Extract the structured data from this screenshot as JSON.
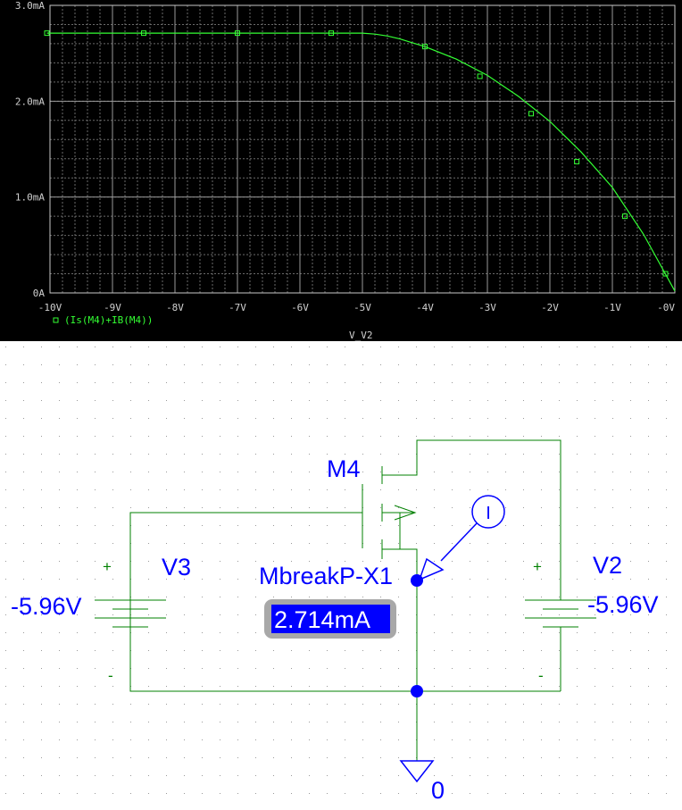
{
  "chart_data": {
    "type": "line",
    "xlabel": "V_V2",
    "x_ticks": [
      -10,
      -9,
      -8,
      -7,
      -6,
      -5,
      -4,
      -3,
      -2,
      -1,
      0
    ],
    "x_tick_labels": [
      "-10V",
      "-9V",
      "-8V",
      "-7V",
      "-6V",
      "-5V",
      "-4V",
      "-3V",
      "-2V",
      "-1V",
      "-0V"
    ],
    "y_ticks": [
      0,
      1.0,
      2.0,
      3.0
    ],
    "y_tick_labels": [
      "0A",
      "1.0mA",
      "2.0mA",
      "3.0mA"
    ],
    "xlim": [
      -10,
      0
    ],
    "ylim": [
      0,
      3.0
    ],
    "grid": true,
    "legend": "bottom-left",
    "series": [
      {
        "name": "(Is(M4)+IB(M4))",
        "color": "#33ff33",
        "marker": "hollow-square",
        "x": [
          -10.05,
          -8.5,
          -7,
          -5.5,
          -5.0,
          -4.8,
          -4.6,
          -4.4,
          -4.2,
          -4.0,
          -3.5,
          -3.0,
          -2.5,
          -2.0,
          -1.5,
          -1.0,
          -0.5,
          0.0
        ],
        "y": [
          2.71,
          2.71,
          2.71,
          2.71,
          2.71,
          2.7,
          2.68,
          2.65,
          2.61,
          2.57,
          2.44,
          2.27,
          2.05,
          1.79,
          1.47,
          1.1,
          0.61,
          0.02
        ],
        "marker_x": [
          -10.05,
          -8.5,
          -7.0,
          -5.5,
          -4.0,
          -3.12,
          -2.3,
          -1.57,
          -0.8,
          -0.15
        ],
        "marker_y": [
          2.71,
          2.71,
          2.71,
          2.71,
          2.57,
          2.26,
          1.87,
          1.37,
          0.8,
          0.2
        ]
      }
    ]
  },
  "schematic": {
    "transistor_name": "M4",
    "transistor_model": "MbreakP-X1",
    "source_left": {
      "name": "V3",
      "voltage": "-5.96V",
      "plus": "+",
      "minus": "-"
    },
    "source_right": {
      "name": "V2",
      "voltage": "-5.96V",
      "plus": "+",
      "minus": "-"
    },
    "current_label": "2.714mA",
    "probe_symbol": "I",
    "ground_label": "0",
    "wire_color": "#008000",
    "label_color": "#0000ff",
    "highlight_color": "#0000ff"
  }
}
